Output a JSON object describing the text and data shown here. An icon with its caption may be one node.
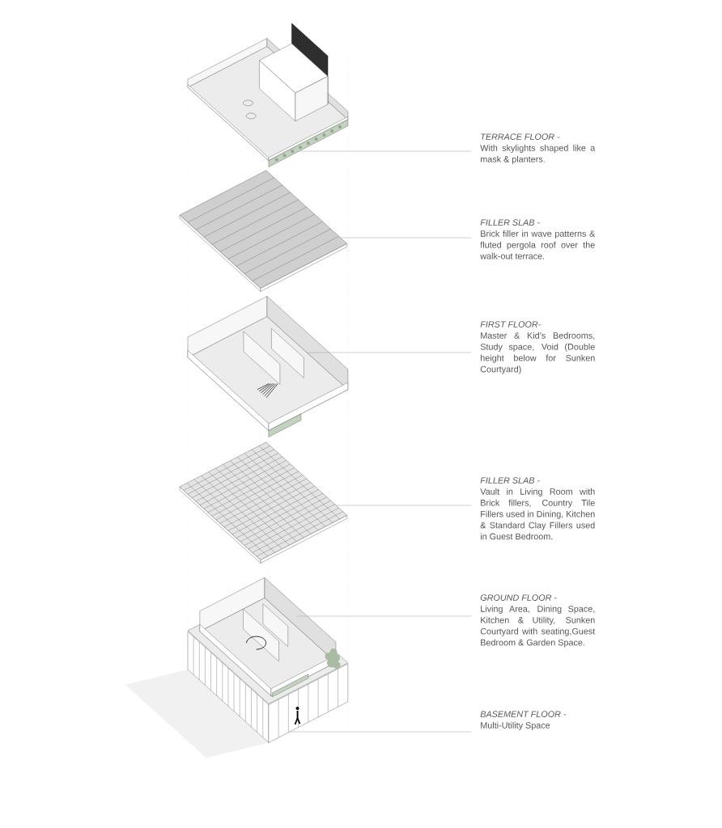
{
  "diagram": {
    "nodes": [
      {
        "text": [
          "TERRACE FLOOR -",
          "With skylights shaped like a mask & planters."
        ]
      },
      {
        "text": [
          "FILLER SLAB -",
          "Brick filler in wave patterns & fluted pergola roof over the walk-out terrace."
        ]
      },
      {
        "text": [
          "FIRST FLOOR-",
          "Master & Kid’s Bedrooms, Study space, Void (Double height below for Sunken Courtyard)"
        ]
      },
      {
        "text": [
          "FILLER SLAB -",
          "Vault in Living Room with Brick fillers, Country Tile Fillers used in Dining, Kitchen & Standard Clay Fillers used in Guest Bedroom."
        ]
      },
      {
        "text": [
          "GROUND FLOOR -",
          "Living Area, Dining Space, Kitchen & Utility, Sunken Courtyard with seating,Guest Bedroom & Garden Space."
        ]
      },
      {
        "text": [
          "BASEMENT FLOOR -",
          "Multi-Utility Space"
        ]
      },
      {
        "text": [],
        "shape": "picture"
      },
      {
        "text": [],
        "shape": "picture"
      },
      {
        "text": [],
        "shape": "picture"
      },
      {
        "text": [],
        "shape": "picture"
      },
      {
        "text": [],
        "shape": "picture"
      },
      {
        "text": [],
        "shape": "picture"
      }
    ],
    "edges": [
      {
        "from": 0,
        "to": 6,
        "arrow": "none"
      },
      {
        "from": 1,
        "to": 7,
        "arrow": "none"
      },
      {
        "from": 2,
        "to": 8,
        "arrow": "none"
      },
      {
        "from": 3,
        "to": 9,
        "arrow": "none"
      },
      {
        "from": 4,
        "to": 10,
        "arrow": "none"
      },
      {
        "from": 5,
        "to": 11,
        "arrow": "none"
      }
    ]
  }
}
